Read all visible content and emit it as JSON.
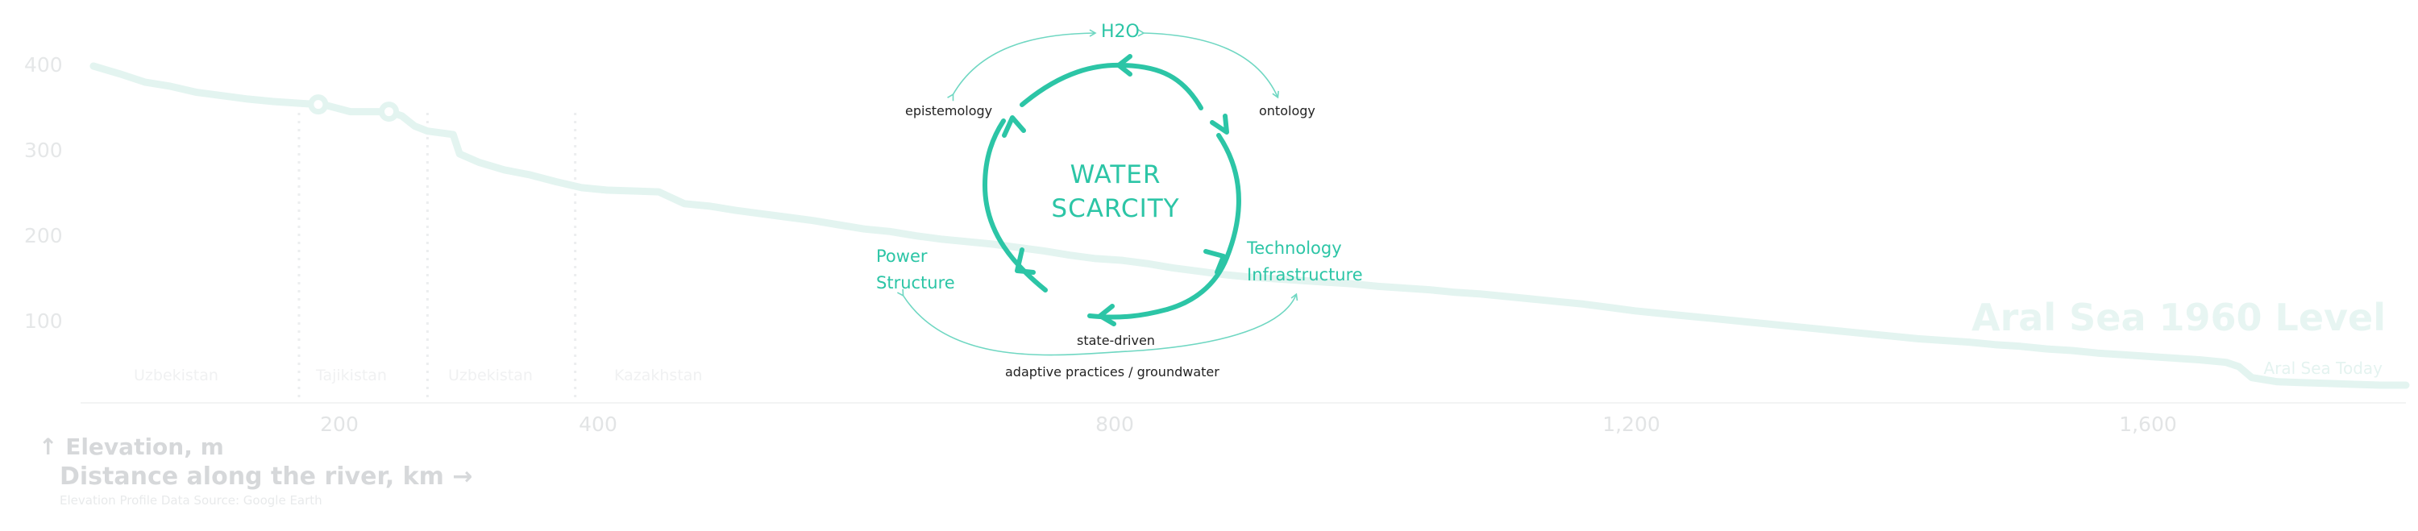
{
  "chart_data": {
    "type": "area",
    "title": "",
    "xlabel": "Distance along the river, km →",
    "ylabel": "↑ Elevation, m",
    "source": "Elevation Profile Data Source: Google Earth",
    "xlim": [
      -10,
      1800
    ],
    "ylim": [
      0,
      420
    ],
    "x_ticks": [
      "200",
      "400",
      "800",
      "1,200",
      "1,600"
    ],
    "x_tick_values": [
      200,
      400,
      800,
      1200,
      1600
    ],
    "y_ticks": [
      "400",
      "300",
      "200",
      "100"
    ],
    "y_tick_values": [
      400,
      300,
      200,
      100
    ],
    "series": [
      {
        "x": [
          0,
          20,
          40,
          60,
          80,
          100,
          120,
          140,
          160,
          180,
          200,
          210,
          230,
          240,
          250,
          260,
          270,
          280,
          285,
          300,
          320,
          340,
          360,
          380,
          400,
          420,
          440,
          460,
          480,
          500,
          520,
          540,
          560,
          580,
          600,
          620,
          640,
          660,
          680,
          700,
          720,
          740,
          760,
          780,
          800,
          820,
          840,
          860,
          880,
          900,
          920,
          940,
          960,
          980,
          1000,
          1020,
          1040,
          1060,
          1080,
          1100,
          1120,
          1140,
          1160,
          1180,
          1200,
          1220,
          1240,
          1260,
          1280,
          1300,
          1320,
          1340,
          1360,
          1380,
          1400,
          1420,
          1440,
          1460,
          1480,
          1500,
          1520,
          1540,
          1560,
          1580,
          1600,
          1620,
          1640,
          1660,
          1670,
          1680,
          1700,
          1720,
          1740,
          1760,
          1780,
          1800
        ],
        "y": [
          399,
          390,
          380,
          375,
          368,
          364,
          360,
          357,
          355,
          353,
          345,
          345,
          345,
          340,
          328,
          322,
          320,
          318,
          295,
          285,
          276,
          270,
          262,
          255,
          252,
          251,
          250,
          236,
          233,
          228,
          224,
          220,
          216,
          211,
          206,
          203,
          198,
          194,
          191,
          188,
          184,
          180,
          175,
          171,
          169,
          165,
          160,
          156,
          152,
          149,
          147,
          145,
          143,
          141,
          138,
          136,
          134,
          131,
          129,
          126,
          123,
          120,
          117,
          113,
          109,
          106,
          103,
          100,
          97,
          94,
          91,
          88,
          85,
          82,
          79,
          76,
          74,
          72,
          69,
          67,
          64,
          62,
          59,
          57,
          55,
          53,
          51,
          48,
          43,
          30,
          25,
          24,
          23,
          22,
          21,
          21
        ]
      }
    ],
    "country_labels": [
      {
        "name": "Uzbekistan",
        "x_start": 0,
        "x_end": 160
      },
      {
        "name": "Tajikistan",
        "x_start": 160,
        "x_end": 260
      },
      {
        "name": "Uzbekistan",
        "x_start": 260,
        "x_end": 375
      },
      {
        "name": "Kazakhstan",
        "x_start": 375,
        "x_end": 500
      }
    ],
    "country_borders_x": [
      160,
      260,
      375
    ],
    "reservoir_markers_x": [
      175,
      230
    ],
    "reference_labels": {
      "aral_1960": "Aral Sea 1960 Level",
      "aral_today": "Aral Sea Today"
    },
    "grid": false
  },
  "diagram": {
    "center_title": [
      "WATER",
      "SCARCITY"
    ],
    "top_label": "H2O",
    "nodes": {
      "epistemology": "epistemology",
      "ontology": "ontology",
      "power": [
        "Power",
        "Structure"
      ],
      "technology": [
        "Technology",
        "Infrastructure"
      ],
      "state_driven": "state-driven",
      "adaptive": "adaptive practices / groundwater"
    },
    "colors": {
      "accent": "#2cc5a6",
      "accent_light": "#6fd7c2",
      "profile_line": "#e3f4f0",
      "muted_text": "#d6d8da"
    }
  }
}
